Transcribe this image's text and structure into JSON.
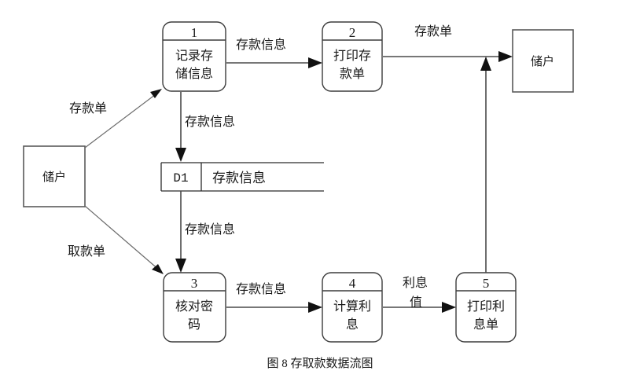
{
  "figure": {
    "caption": "图 8 存取款数据流图"
  },
  "entities": [
    {
      "id": "depositor-left",
      "label": "储户"
    },
    {
      "id": "depositor-right",
      "label": "储户"
    }
  ],
  "processes": [
    {
      "number": "1",
      "line1": "记录存",
      "line2": "储信息"
    },
    {
      "number": "2",
      "line1": "打印存",
      "line2": "款单"
    },
    {
      "number": "3",
      "line1": "核对密",
      "line2": "码"
    },
    {
      "number": "4",
      "line1": "计算利",
      "line2": "息"
    },
    {
      "number": "5",
      "line1": "打印利",
      "line2": "息单"
    }
  ],
  "datastore": {
    "id": "D1",
    "name": "存款信息"
  },
  "flows": [
    {
      "id": "flow-deposit-slip-in",
      "label": "存款单"
    },
    {
      "id": "flow-withdraw-slip-in",
      "label": "取款单"
    },
    {
      "id": "flow-deposit-info-1-2",
      "label": "存款信息"
    },
    {
      "id": "flow-deposit-info-1-d1",
      "label": "存款信息"
    },
    {
      "id": "flow-deposit-info-d1-3",
      "label": "存款信息"
    },
    {
      "id": "flow-deposit-info-3-4",
      "label": "存款信息"
    },
    {
      "id": "flow-deposit-slip-out",
      "label": "存款单"
    },
    {
      "id": "flow-interest-value-l1",
      "label": "利息"
    },
    {
      "id": "flow-interest-value-l2",
      "label": "值"
    }
  ],
  "colors": {
    "stroke": "#3c3c3c",
    "text": "#1a1a1a",
    "background": "#ffffff"
  }
}
